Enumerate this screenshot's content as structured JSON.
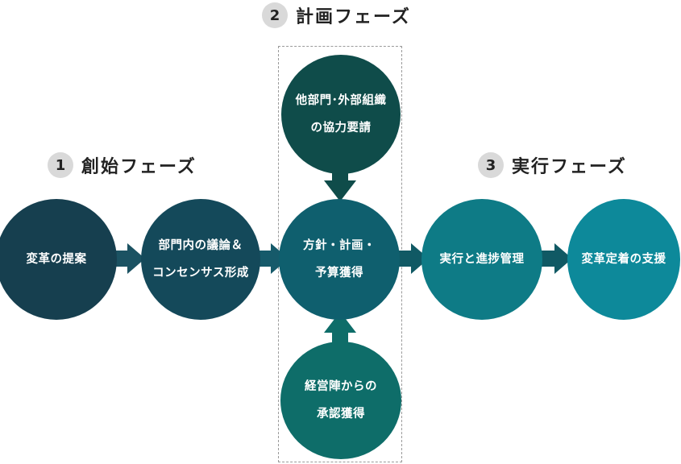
{
  "phases": [
    {
      "num": "1",
      "name": "創始フェーズ"
    },
    {
      "num": "2",
      "name": "計画フェーズ"
    },
    {
      "num": "3",
      "name": "実行フェーズ"
    }
  ],
  "nodes": {
    "proposal": {
      "line1": "変革の提案",
      "color": "#163f4f"
    },
    "discussion": {
      "line1": "部門内の議論＆",
      "line2": "コンセンサス形成",
      "color": "#14495a"
    },
    "cooperation": {
      "line1": "他部門･外部組織",
      "line2": "の協力要請",
      "color": "#0f4c4a"
    },
    "policy": {
      "line1": "方針・計画・",
      "line2": "予算獲得",
      "color": "#0f5f6e"
    },
    "approval": {
      "line1": "経営陣からの",
      "line2": "承認獲得",
      "color": "#0e6d69"
    },
    "execution": {
      "line1": "実行と進捗管理",
      "color": "#0e7b86"
    },
    "establish": {
      "line1": "変革定着の支援",
      "color": "#0d899a"
    }
  },
  "arrow_colors": {
    "a1": "#1b5262",
    "a2": "#165a6a",
    "a3": "#105964",
    "down": "#0f4c4a",
    "up": "#0e6d69"
  }
}
